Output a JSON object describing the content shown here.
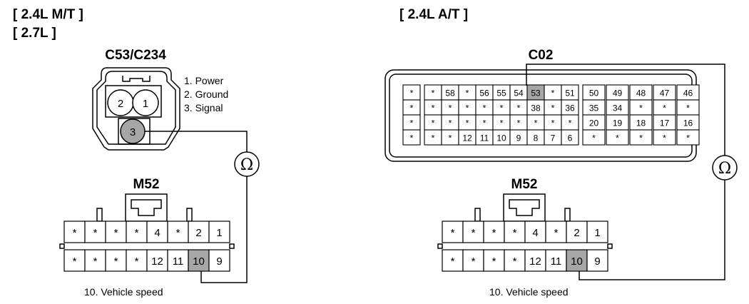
{
  "left": {
    "headers": [
      "[ 2.4L M/T ]",
      "[ 2.7L ]"
    ],
    "sensor": {
      "title": "C53/C234",
      "pins": [
        "2",
        "1",
        "3"
      ],
      "legend": [
        "1. Power",
        "2. Ground",
        "3. Signal"
      ]
    },
    "m52": {
      "title": "M52",
      "row1": [
        "*",
        "*",
        "*",
        "*",
        "4",
        "*",
        "2",
        "1"
      ],
      "row2": [
        "*",
        "*",
        "*",
        "*",
        "12",
        "11",
        "10",
        "9"
      ],
      "note": "10. Vehicle speed"
    },
    "meter_symbol": "Ω"
  },
  "right": {
    "header": "[ 2.4L A/T ]",
    "c02": {
      "title": "C02",
      "rows": [
        [
          "*",
          "*",
          "58",
          "*",
          "56",
          "55",
          "54",
          "53",
          "*",
          "51",
          "50",
          "49",
          "48",
          "47",
          "46"
        ],
        [
          "*",
          "*",
          "*",
          "*",
          "*",
          "*",
          "*",
          "38",
          "*",
          "36",
          "35",
          "34",
          "*",
          "*",
          "*"
        ],
        [
          "*",
          "*",
          "*",
          "*",
          "*",
          "*",
          "*",
          "*",
          "*",
          "*",
          "20",
          "19",
          "18",
          "17",
          "16"
        ],
        [
          "*",
          "*",
          "*",
          "12",
          "11",
          "10",
          "9",
          "8",
          "7",
          "6",
          "*",
          "*",
          "*",
          "*",
          "*"
        ]
      ]
    },
    "m52": {
      "title": "M52",
      "row1": [
        "*",
        "*",
        "*",
        "*",
        "4",
        "*",
        "2",
        "1"
      ],
      "row2": [
        "*",
        "*",
        "*",
        "*",
        "12",
        "11",
        "10",
        "9"
      ],
      "note": "10. Vehicle speed"
    },
    "meter_symbol": "Ω"
  },
  "colors": {
    "highlight": "#a6a6a6",
    "line": "#000000"
  }
}
